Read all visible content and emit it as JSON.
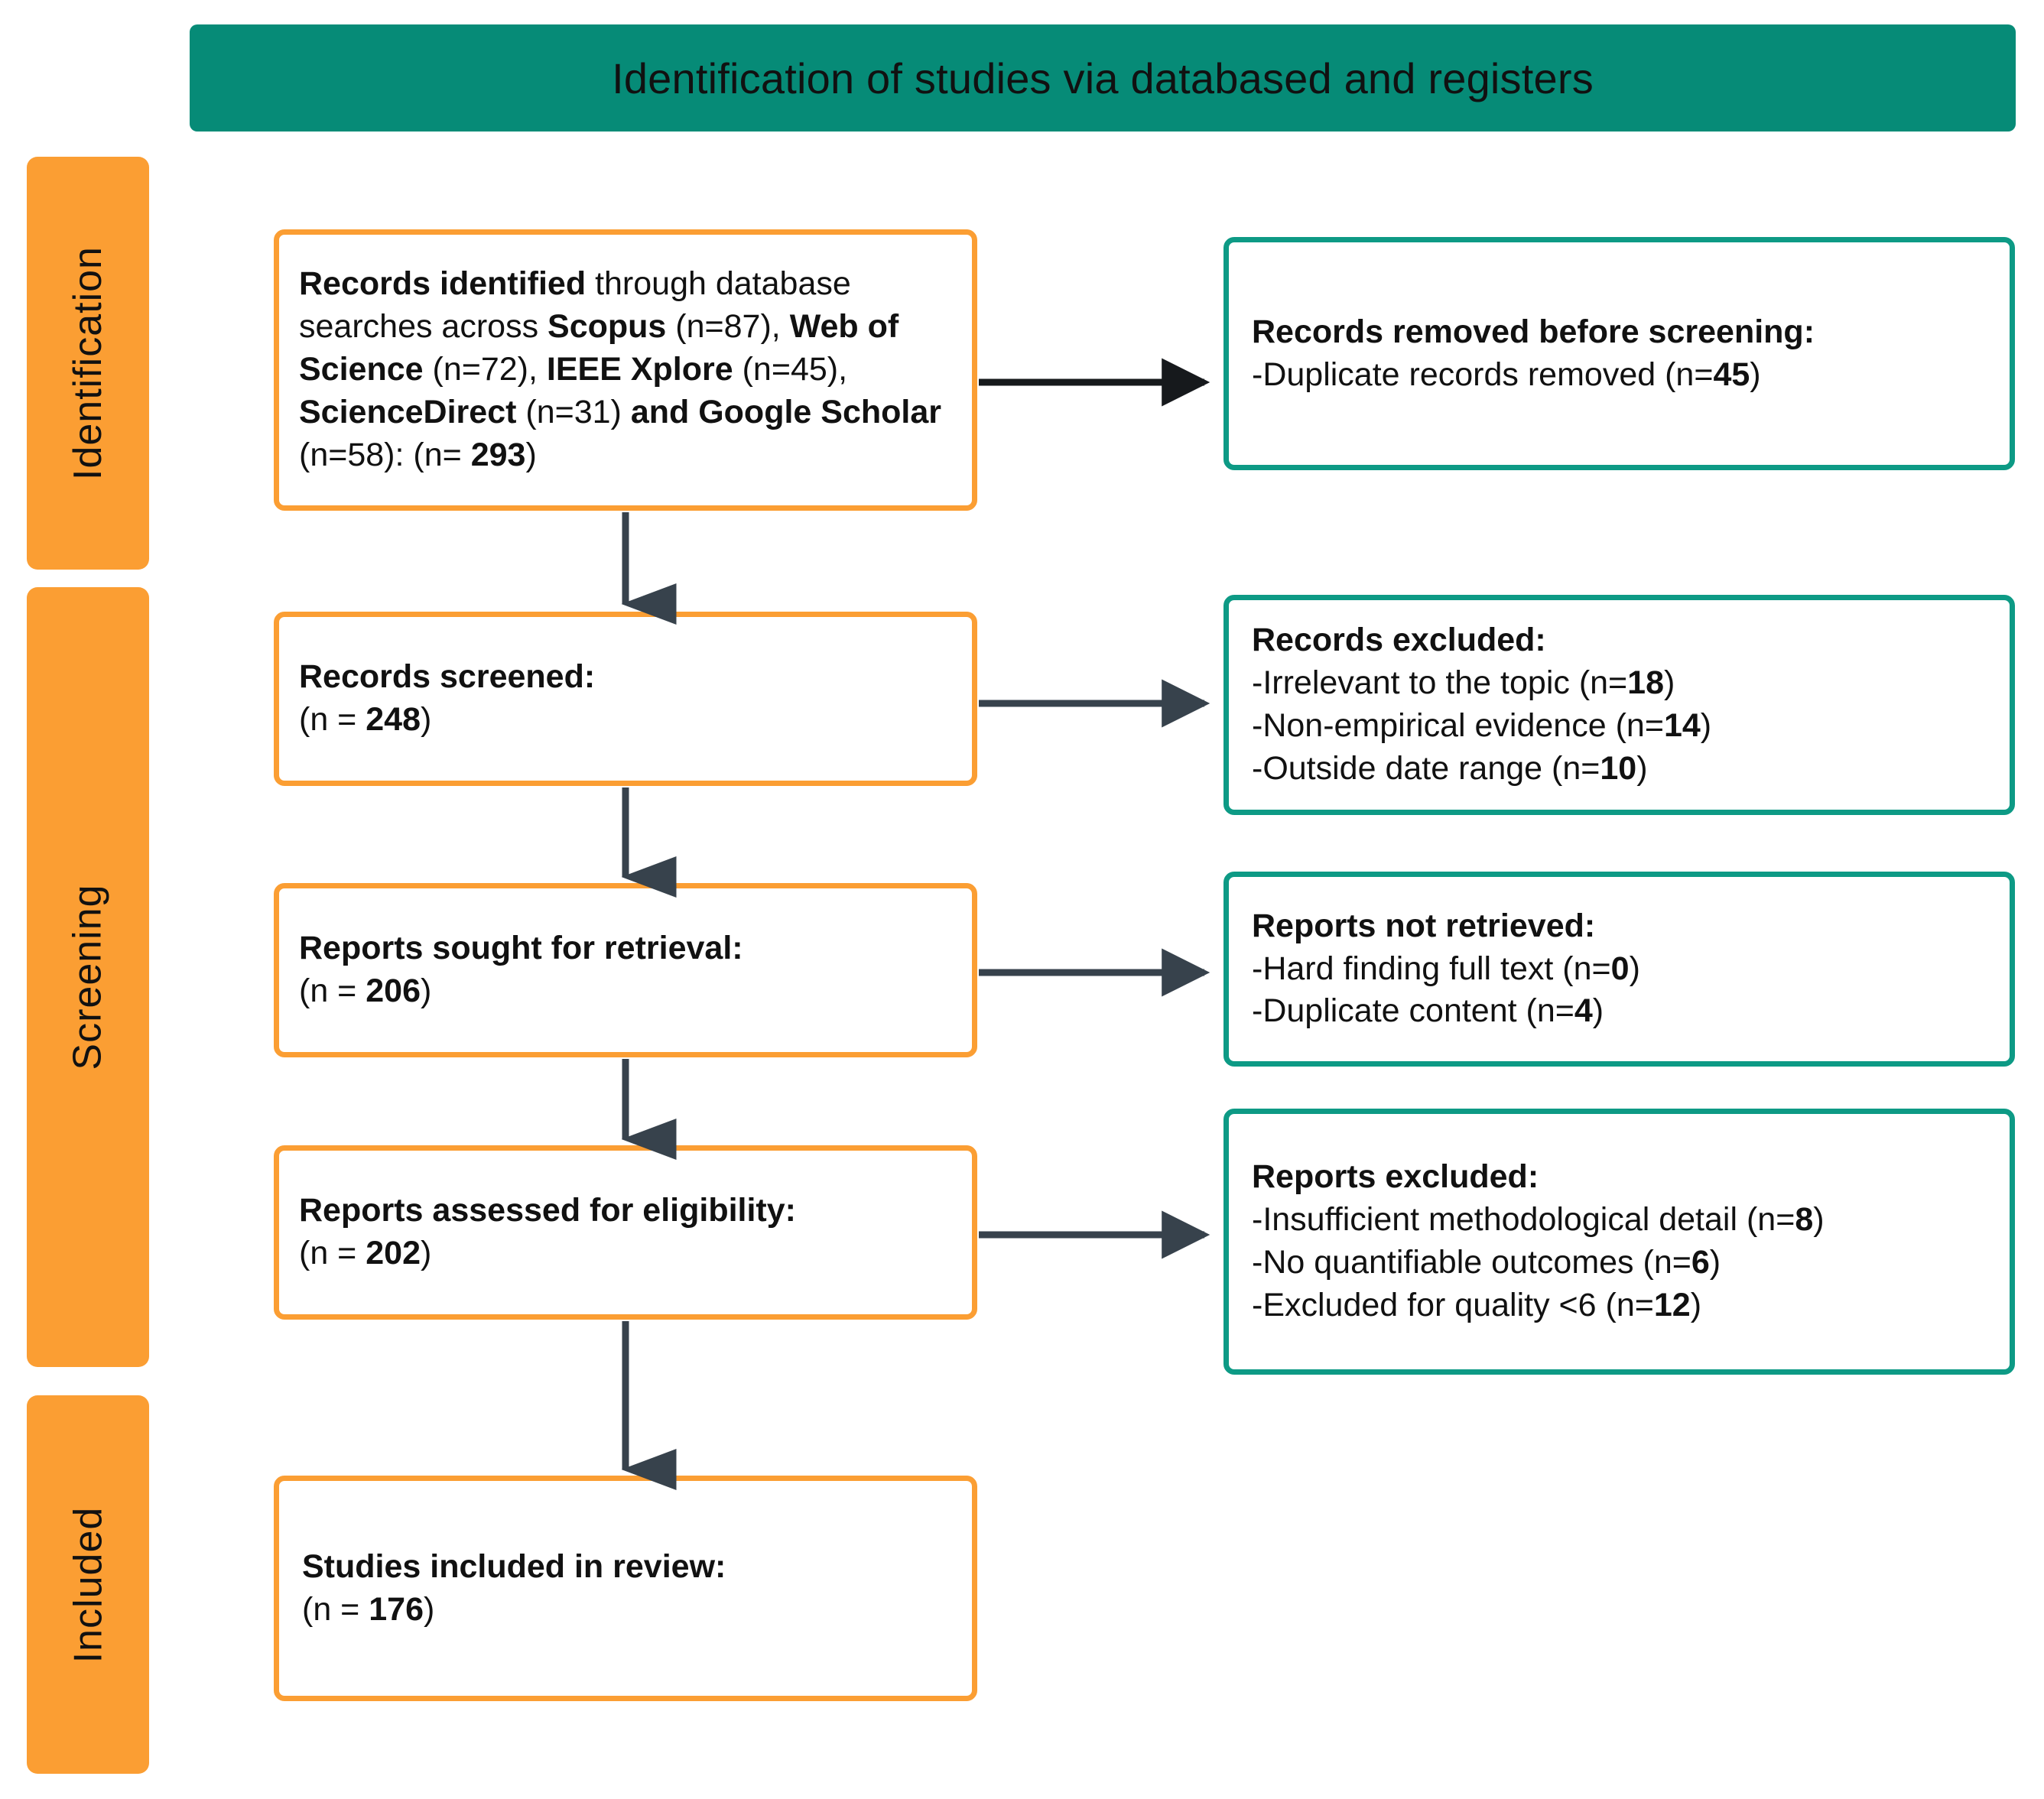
{
  "header": {
    "title": "Identification of studies via databased and registers",
    "background_color": "#068b77"
  },
  "colors": {
    "orange": "#FB9E33",
    "teal": "#0d9a85",
    "arrow": "#37424c",
    "text": "#111111"
  },
  "phases": [
    {
      "label": "Identification"
    },
    {
      "label": "Screening"
    },
    {
      "label": "Included"
    }
  ],
  "flow": {
    "identified": {
      "segments": [
        {
          "text": "Records identified",
          "bold": true
        },
        {
          "text": " through database searches across ",
          "bold": false
        },
        {
          "text": "Scopus",
          "bold": true
        },
        {
          "text": " (n=87), ",
          "bold": false
        },
        {
          "text": "Web of Science",
          "bold": true
        },
        {
          "text": " (n=72), ",
          "bold": false
        },
        {
          "text": "IEEE Xplore",
          "bold": true
        },
        {
          "text": " (n=45), ",
          "bold": false
        },
        {
          "text": "ScienceDirect",
          "bold": true
        },
        {
          "text": " (n=31) ",
          "bold": false
        },
        {
          "text": "and Google Scholar",
          "bold": true
        },
        {
          "text": " (n=58): (n= ",
          "bold": false
        },
        {
          "text": "293",
          "bold": true
        },
        {
          "text": ")",
          "bold": false
        }
      ]
    },
    "screened": {
      "segments": [
        {
          "text": "Records screened:",
          "bold": true
        },
        {
          "text": "\n(n = ",
          "bold": false
        },
        {
          "text": "248",
          "bold": true
        },
        {
          "text": ")",
          "bold": false
        }
      ]
    },
    "sought": {
      "segments": [
        {
          "text": "Reports sought for retrieval:",
          "bold": true
        },
        {
          "text": "\n(n = ",
          "bold": false
        },
        {
          "text": "206",
          "bold": true
        },
        {
          "text": ")",
          "bold": false
        }
      ]
    },
    "assessed": {
      "segments": [
        {
          "text": "Reports assessed for eligibility:",
          "bold": true
        },
        {
          "text": "\n(n = ",
          "bold": false
        },
        {
          "text": "202",
          "bold": true
        },
        {
          "text": ")",
          "bold": false
        }
      ]
    },
    "included": {
      "segments": [
        {
          "text": "Studies included in review:",
          "bold": true
        },
        {
          "text": "\n(n = ",
          "bold": false
        },
        {
          "text": "176",
          "bold": true
        },
        {
          "text": ")",
          "bold": false
        }
      ]
    },
    "removed": {
      "segments": [
        {
          "text": "Records removed before screening:",
          "bold": true
        },
        {
          "text": "\n-Duplicate records removed (n=",
          "bold": false
        },
        {
          "text": "45",
          "bold": true
        },
        {
          "text": ")",
          "bold": false
        }
      ]
    },
    "records_excluded": {
      "segments": [
        {
          "text": "Records excluded:",
          "bold": true
        },
        {
          "text": "\n-Irrelevant to the topic (n=",
          "bold": false
        },
        {
          "text": "18",
          "bold": true
        },
        {
          "text": ")\n-Non-empirical evidence (n=",
          "bold": false
        },
        {
          "text": "14",
          "bold": true
        },
        {
          "text": ")\n-Outside date range (n=",
          "bold": false
        },
        {
          "text": "10",
          "bold": true
        },
        {
          "text": ")",
          "bold": false
        }
      ]
    },
    "not_retrieved": {
      "segments": [
        {
          "text": "Reports not retrieved:",
          "bold": true
        },
        {
          "text": "\n-Hard finding full text (n=",
          "bold": false
        },
        {
          "text": "0",
          "bold": true
        },
        {
          "text": ")\n-Duplicate content (n=",
          "bold": false
        },
        {
          "text": "4",
          "bold": true
        },
        {
          "text": ")",
          "bold": false
        }
      ]
    },
    "reports_excluded": {
      "segments": [
        {
          "text": "Reports excluded:",
          "bold": true
        },
        {
          "text": "\n-Insufficient methodological detail (n=",
          "bold": false
        },
        {
          "text": "8",
          "bold": true
        },
        {
          "text": ")\n-No quantifiable outcomes (n=",
          "bold": false
        },
        {
          "text": "6",
          "bold": true
        },
        {
          "text": ")\n-Excluded for quality <6 (n=",
          "bold": false
        },
        {
          "text": "12",
          "bold": true
        },
        {
          "text": ")",
          "bold": false
        }
      ]
    }
  },
  "chart_data": {
    "type": "diagram",
    "title": "Identification of studies via databased and registers",
    "nodes": [
      {
        "id": "identified",
        "phase": "Identification",
        "label": "Records identified through database searches",
        "n": 293,
        "sources": [
          {
            "name": "Scopus",
            "n": 87
          },
          {
            "name": "Web of Science",
            "n": 72
          },
          {
            "name": "IEEE Xplore",
            "n": 45
          },
          {
            "name": "ScienceDirect",
            "n": 31
          },
          {
            "name": "Google Scholar",
            "n": 58
          }
        ]
      },
      {
        "id": "removed",
        "phase": "Identification",
        "label": "Records removed before screening",
        "items": [
          {
            "reason": "Duplicate records removed",
            "n": 45
          }
        ]
      },
      {
        "id": "screened",
        "phase": "Screening",
        "label": "Records screened",
        "n": 248
      },
      {
        "id": "records_excluded",
        "phase": "Screening",
        "label": "Records excluded",
        "items": [
          {
            "reason": "Irrelevant to the topic",
            "n": 18
          },
          {
            "reason": "Non-empirical evidence",
            "n": 14
          },
          {
            "reason": "Outside date range",
            "n": 10
          }
        ]
      },
      {
        "id": "sought",
        "phase": "Screening",
        "label": "Reports sought for retrieval",
        "n": 206
      },
      {
        "id": "not_retrieved",
        "phase": "Screening",
        "label": "Reports not retrieved",
        "items": [
          {
            "reason": "Hard finding full text",
            "n": 0
          },
          {
            "reason": "Duplicate content",
            "n": 4
          }
        ]
      },
      {
        "id": "assessed",
        "phase": "Screening",
        "label": "Reports assessed for eligibility",
        "n": 202
      },
      {
        "id": "reports_excluded",
        "phase": "Screening",
        "label": "Reports excluded",
        "items": [
          {
            "reason": "Insufficient methodological detail",
            "n": 8
          },
          {
            "reason": "No quantifiable outcomes",
            "n": 6
          },
          {
            "reason": "Excluded for quality <6",
            "n": 12
          }
        ]
      },
      {
        "id": "included",
        "phase": "Included",
        "label": "Studies included in review",
        "n": 176
      }
    ],
    "edges": [
      {
        "from": "identified",
        "to": "removed",
        "direction": "right"
      },
      {
        "from": "identified",
        "to": "screened",
        "direction": "down"
      },
      {
        "from": "screened",
        "to": "records_excluded",
        "direction": "right"
      },
      {
        "from": "screened",
        "to": "sought",
        "direction": "down"
      },
      {
        "from": "sought",
        "to": "not_retrieved",
        "direction": "right"
      },
      {
        "from": "sought",
        "to": "assessed",
        "direction": "down"
      },
      {
        "from": "assessed",
        "to": "reports_excluded",
        "direction": "right"
      },
      {
        "from": "assessed",
        "to": "included",
        "direction": "down"
      }
    ]
  }
}
